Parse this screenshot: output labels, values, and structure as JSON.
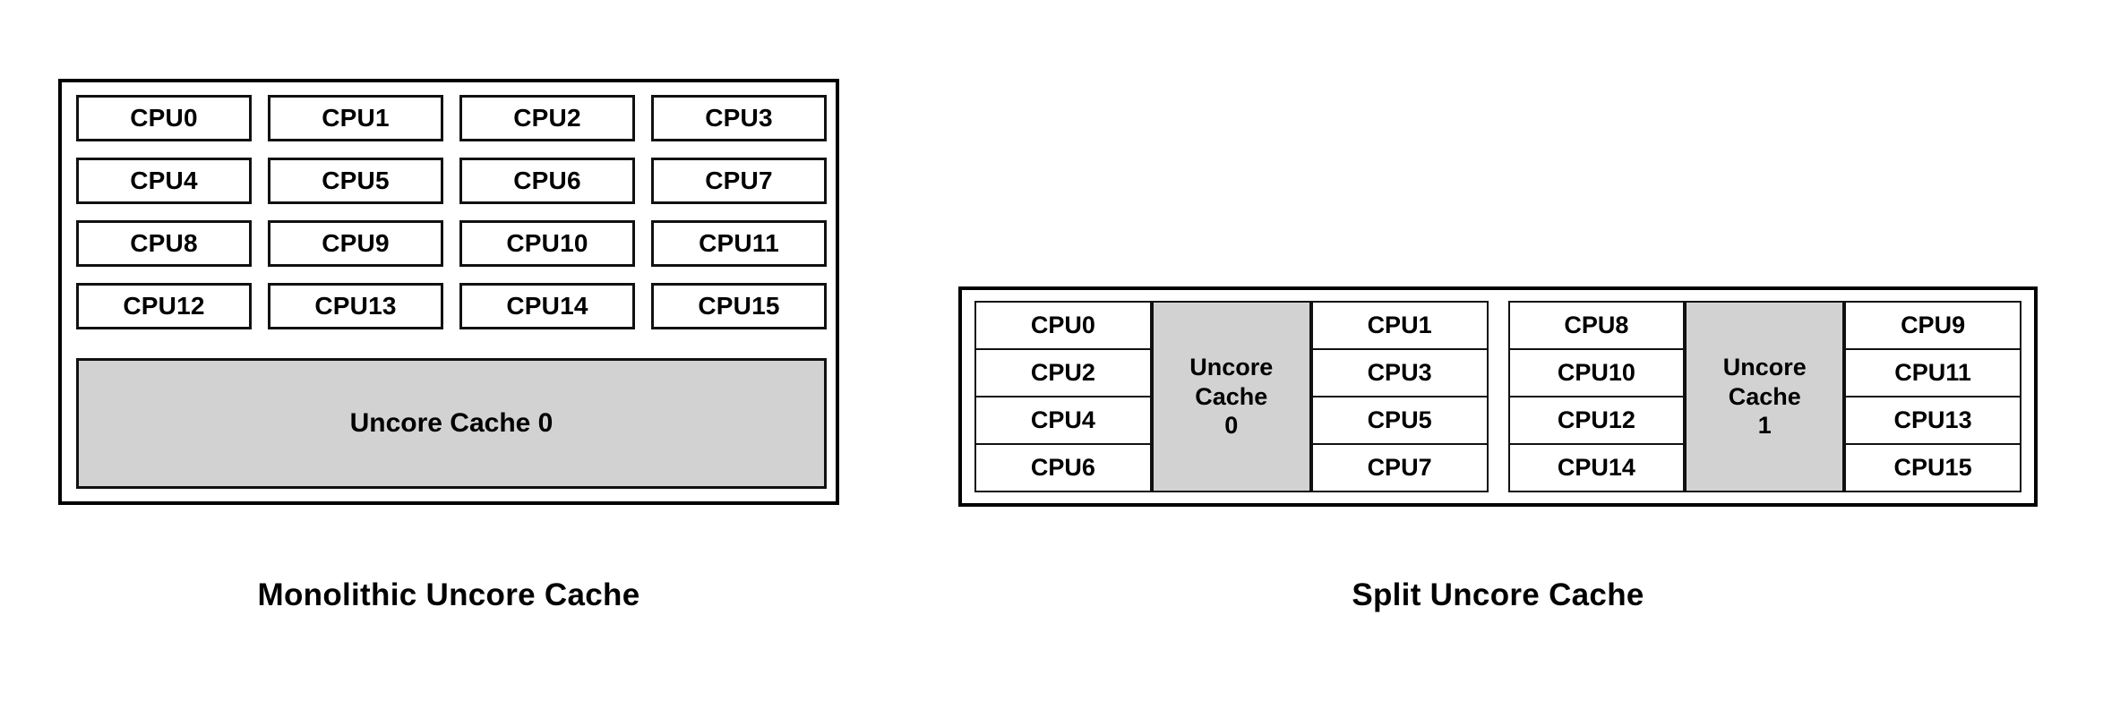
{
  "figure": {
    "background_color": "#ffffff",
    "cache_fill_color": "#d2d2d2",
    "border_color": "#000000"
  },
  "monolithic": {
    "caption": "Monolithic Uncore Cache",
    "cpus": [
      "CPU0",
      "CPU1",
      "CPU2",
      "CPU3",
      "CPU4",
      "CPU5",
      "CPU6",
      "CPU7",
      "CPU8",
      "CPU9",
      "CPU10",
      "CPU11",
      "CPU12",
      "CPU13",
      "CPU14",
      "CPU15"
    ],
    "uncore_cache_label": "Uncore Cache 0"
  },
  "split": {
    "caption": "Split Uncore Cache",
    "clusters": [
      {
        "left_column": [
          "CPU0",
          "CPU2",
          "CPU4",
          "CPU6"
        ],
        "cache_lines": [
          "Uncore",
          "Cache",
          "0"
        ],
        "right_column": [
          "CPU1",
          "CPU3",
          "CPU5",
          "CPU7"
        ]
      },
      {
        "left_column": [
          "CPU8",
          "CPU10",
          "CPU12",
          "CPU14"
        ],
        "cache_lines": [
          "Uncore",
          "Cache",
          "1"
        ],
        "right_column": [
          "CPU9",
          "CPU11",
          "CPU13",
          "CPU15"
        ]
      }
    ]
  }
}
